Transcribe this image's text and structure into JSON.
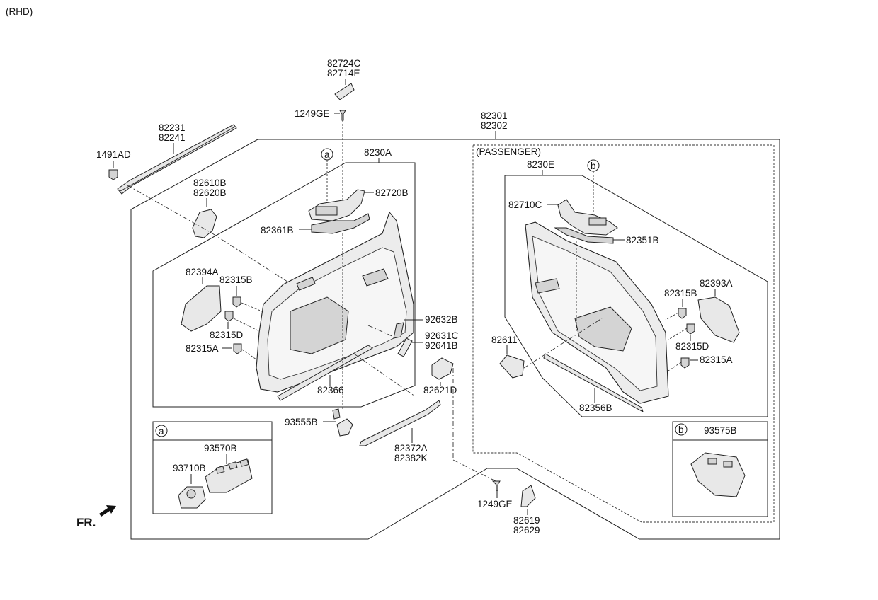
{
  "header": {
    "variant": "(RHD)"
  },
  "front_marker": "FR.",
  "passenger_label": "(PASSENGER)",
  "labels": {
    "p82724C": "82724C",
    "p82714E": "82714E",
    "p1249GE_top": "1249GE",
    "p82301": "82301",
    "p82302": "82302",
    "p82231": "82231",
    "p82241": "82241",
    "p1491AD": "1491AD",
    "p8230A": "8230A",
    "p82720B": "82720B",
    "p82610B": "82610B",
    "p82620B": "82620B",
    "p82361B": "82361B",
    "p82394A": "82394A",
    "p82315B_l": "82315B",
    "p82315D_l": "82315D",
    "p82315A_l": "82315A",
    "p92632B": "92632B",
    "p92631C": "92631C",
    "p92641B": "92641B",
    "p82366": "82366",
    "p82621D": "82621D",
    "p93555B": "93555B",
    "p82372A": "82372A",
    "p82382K": "82382K",
    "p1249GE_bot": "1249GE",
    "p82619": "82619",
    "p82629": "82629",
    "p8230E": "8230E",
    "p82710C": "82710C",
    "p82351B": "82351B",
    "p82315B_r": "82315B",
    "p82393A": "82393A",
    "p82315D_r": "82315D",
    "p82315A_r": "82315A",
    "p82611": "82611",
    "p82356B": "82356B"
  },
  "callouts": {
    "a": "a",
    "b": "b"
  },
  "inset_a": {
    "key": "a",
    "p93570B": "93570B",
    "p93710B": "93710B"
  },
  "inset_b": {
    "key": "b",
    "p93575B": "93575B"
  }
}
